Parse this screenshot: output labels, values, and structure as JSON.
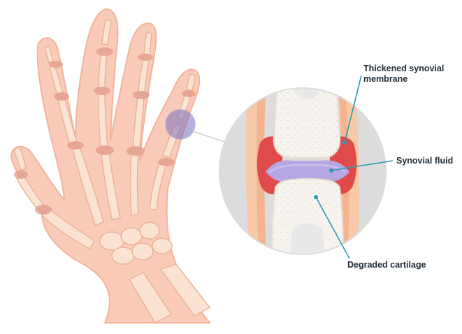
{
  "labels": {
    "thickened_synovial_membrane": "Thickened synovial membrane",
    "synovial_fluid": "Synovial fluid",
    "degraded_cartilage": "Degraded cartilage"
  },
  "colors": {
    "skin": "#f9cbb8",
    "skin_outline": "#f2b49c",
    "bone": "#fbe3d3",
    "bone_outline": "#e9b49a",
    "joint_inflamed": "#d86a5a",
    "magnifier_circle": "#dcdcdc",
    "zoom_spot": "#7c6fc0",
    "synovial_membrane": "#e04a4a",
    "synovial_fluid": "#b6a7e3",
    "cartilage": "#f3e6e0",
    "leader_line": "#2a9ab4"
  }
}
